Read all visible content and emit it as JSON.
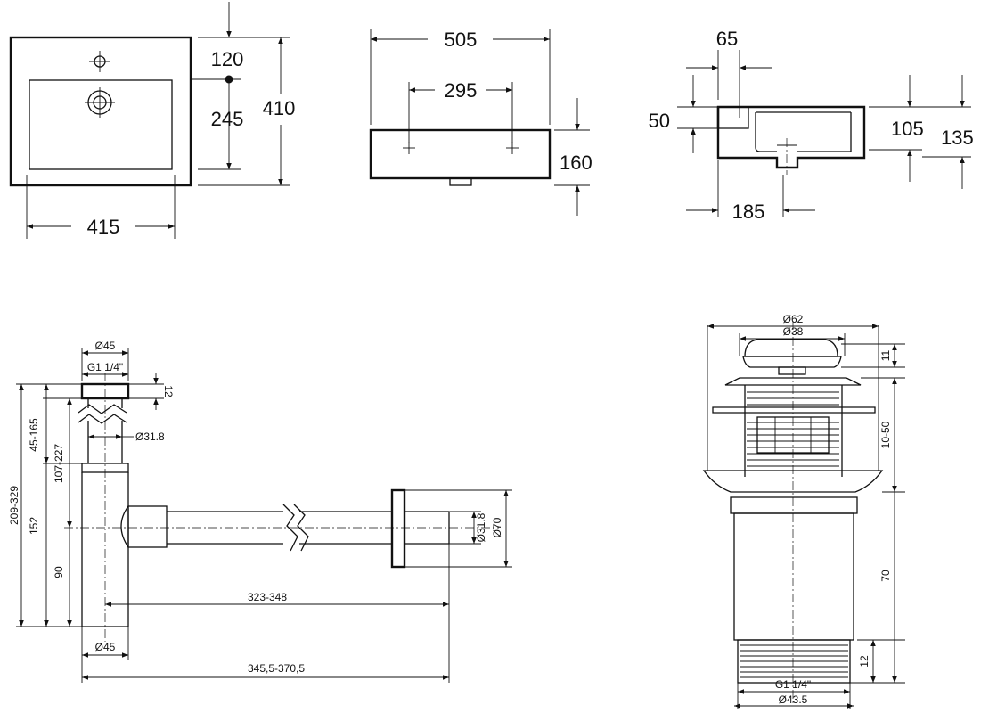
{
  "basin_top_view": {
    "width": "415",
    "height": "410",
    "tap_hole_offset": "120",
    "drain_offset": "245"
  },
  "basin_front_view": {
    "width": "505",
    "fixing_spacing": "295",
    "height": "160"
  },
  "basin_section_view": {
    "wall_thickness": "65",
    "rim_depth": "50",
    "drain_position": "185",
    "inner_depth": "105",
    "total_depth": "135"
  },
  "siphon": {
    "top_diameter": "Ø45",
    "thread": "G1 1/4\"",
    "nut_height": "12",
    "tube_diameter_top": "Ø31.8",
    "height_top": "45-165",
    "height_upper": "107-227",
    "height_total": "209-329",
    "body_height": "152",
    "outlet_height": "90",
    "pipe_length": "323-348",
    "bottom_diameter": "Ø45",
    "total_length": "345,5-370,5",
    "pipe_diameter": "Ø31.8",
    "flange_diameter": "Ø70"
  },
  "drain_valve": {
    "flange_diameter": "Ø62",
    "cap_diameter": "Ø38",
    "cap_height": "11",
    "adjust_range": "10-50",
    "body_length": "70",
    "thread_length": "12",
    "thread": "G1 1/4\"",
    "outer_diameter": "Ø43.5"
  }
}
